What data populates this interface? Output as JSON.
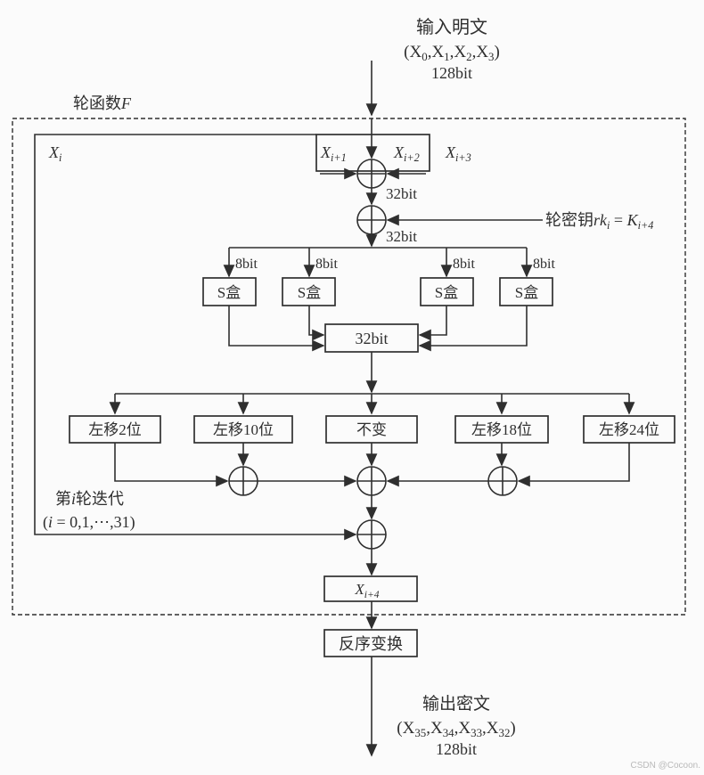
{
  "colors": {
    "ink": "#2f2f2f",
    "bg": "#fbfbfb",
    "watermark": "#b9b9b9"
  },
  "input": {
    "title": "输入明文",
    "tuple": [
      "(X",
      "0",
      ",X",
      "1",
      ",X",
      "2",
      ",X",
      "3",
      ")"
    ],
    "bits": "128bit"
  },
  "round_function": {
    "label_text": "轮函数",
    "label_var": "F"
  },
  "registers": {
    "xi": {
      "base": "X",
      "sub": "i"
    },
    "xi1": {
      "base": "X",
      "sub": "i+1"
    },
    "xi2": {
      "base": "X",
      "sub": "i+2"
    },
    "xi3": {
      "base": "X",
      "sub": "i+3"
    },
    "xi4": {
      "base": "X",
      "sub": "i+4"
    }
  },
  "wires": {
    "bits32_after_xor1": "32bit",
    "bits32_after_xor2": "32bit"
  },
  "round_key": {
    "prefix": "轮密钥",
    "rk": "rk",
    "rk_sub": "i",
    "eq": " = ",
    "k": "K",
    "k_sub": "i+4"
  },
  "sbox_stage": {
    "bits8": [
      "8bit",
      "8bit",
      "8bit",
      "8bit"
    ],
    "sboxes": [
      "S盒",
      "S盒",
      "S盒",
      "S盒"
    ],
    "merge_box": "32bit"
  },
  "linear_stage": {
    "shifts": [
      "左移2位",
      "左移10位",
      "不变",
      "左移18位",
      "左移24位"
    ]
  },
  "iteration_note": {
    "line1_pre": "第",
    "line1_i": "i",
    "line1_post": "轮迭代",
    "line2_pre": "(",
    "line2_i": "i",
    "line2_post": " = 0,1,⋯,31)"
  },
  "output": {
    "reverse_label": "反序变换",
    "title": "输出密文",
    "tuple": [
      "(X",
      "35",
      ",X",
      "34",
      ",X",
      "33",
      ",X",
      "32",
      ")"
    ],
    "bits": "128bit"
  },
  "watermark": "CSDN @Cocoon."
}
